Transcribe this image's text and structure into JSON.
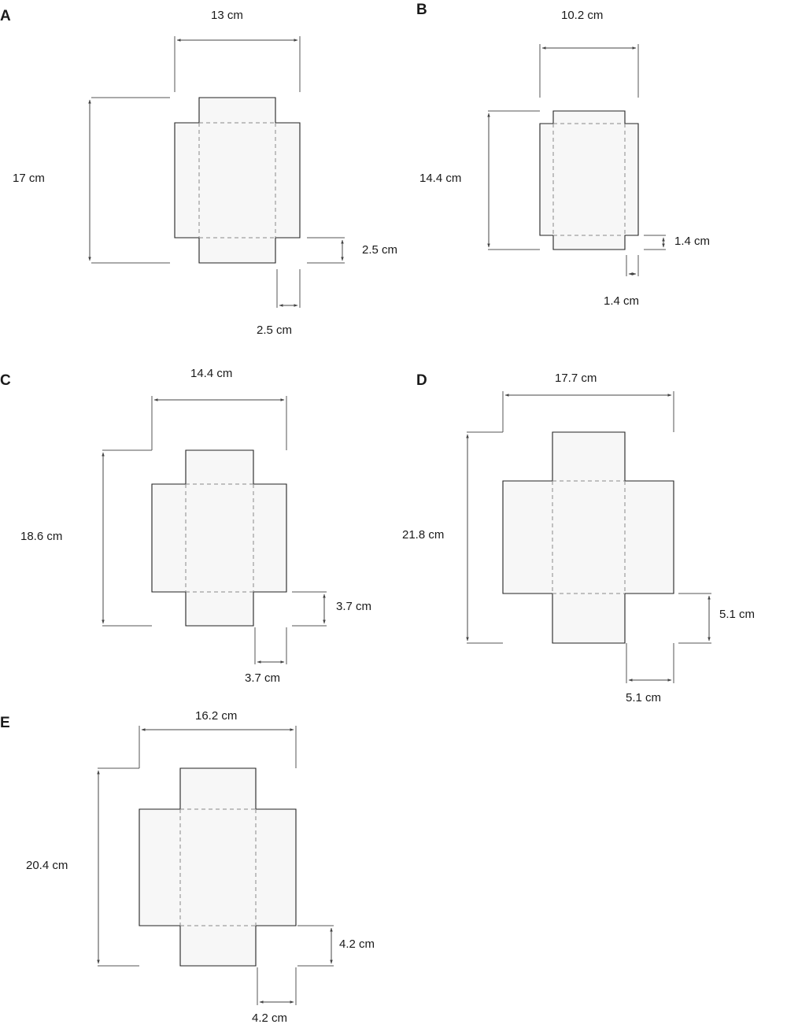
{
  "colors": {
    "shape_fill": "#f7f7f7",
    "shape_stroke": "#222222",
    "fold_line": "#888888",
    "dimension_line": "#444444",
    "extension_line": "#555555"
  },
  "panels": [
    {
      "letter": "A",
      "width_label": "13 cm",
      "height_label": "17 cm",
      "flap_height_label": "2.5 cm",
      "flap_width_label": "2.5 cm"
    },
    {
      "letter": "B",
      "width_label": "10.2 cm",
      "height_label": "14.4 cm",
      "flap_height_label": "1.4 cm",
      "flap_width_label": "1.4 cm"
    },
    {
      "letter": "C",
      "width_label": "14.4 cm",
      "height_label": "18.6 cm",
      "flap_height_label": "3.7 cm",
      "flap_width_label": "3.7 cm"
    },
    {
      "letter": "D",
      "width_label": "17.7 cm",
      "height_label": "21.8 cm",
      "flap_height_label": "5.1 cm",
      "flap_width_label": "5.1 cm"
    },
    {
      "letter": "E",
      "width_label": "16.2 cm",
      "height_label": "20.4 cm",
      "flap_height_label": "4.2 cm",
      "flap_width_label": "4.2 cm"
    }
  ]
}
